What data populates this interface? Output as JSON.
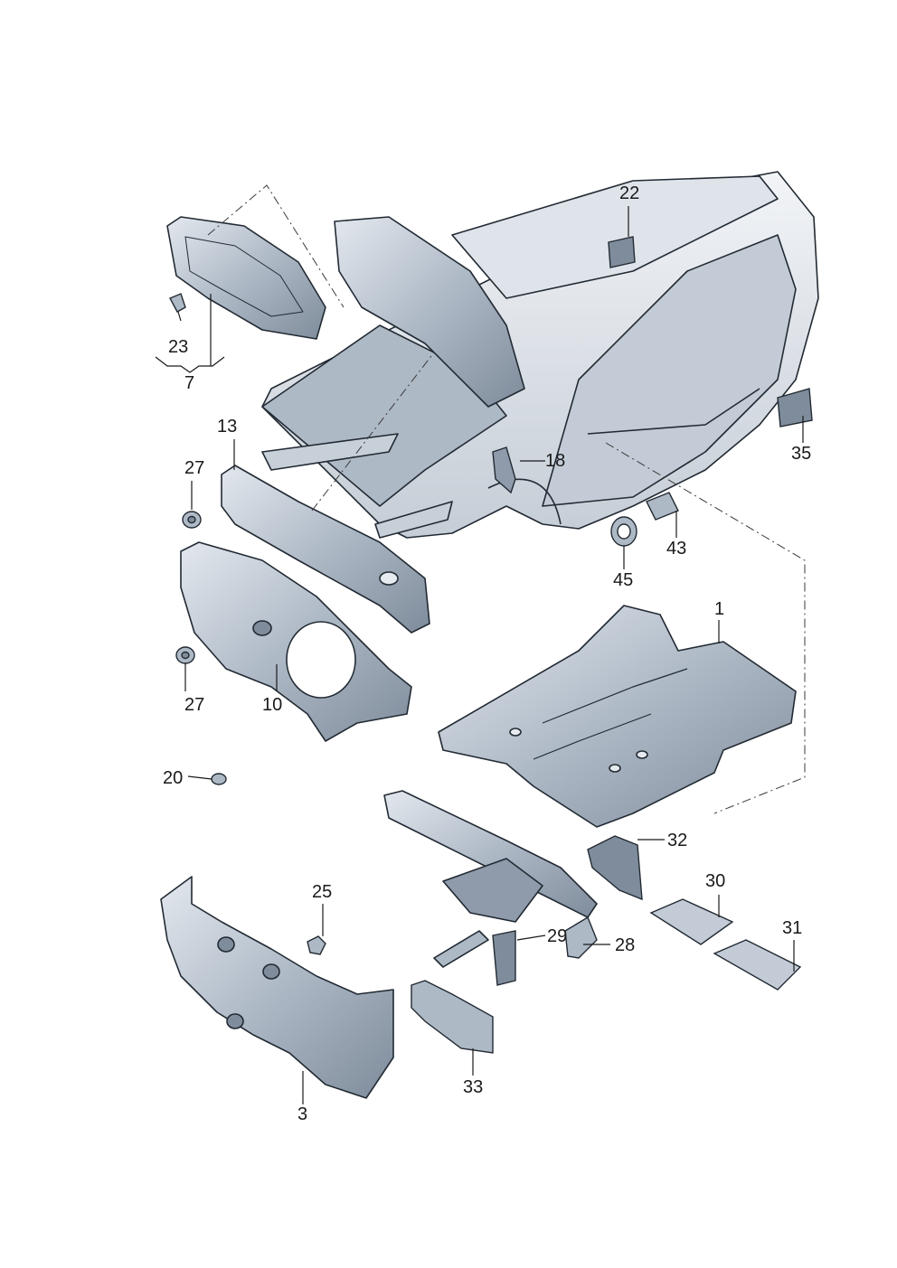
{
  "colors": {
    "part_fill": "#aeb9c6",
    "part_dark": "#7f8c9b",
    "part_light": "#dde3ea",
    "outline": "#222a33",
    "leader": "#1a1a1a"
  },
  "callouts": {
    "c1": "1",
    "c3": "3",
    "c7": "7",
    "c10": "10",
    "c13": "13",
    "c18": "18",
    "c20": "20",
    "c22": "22",
    "c23": "23",
    "c25": "25",
    "c27a": "27",
    "c27b": "27",
    "c28": "28",
    "c29": "29",
    "c30": "30",
    "c31": "31",
    "c32": "32",
    "c33": "33",
    "c35": "35",
    "c43": "43",
    "c45": "45"
  }
}
